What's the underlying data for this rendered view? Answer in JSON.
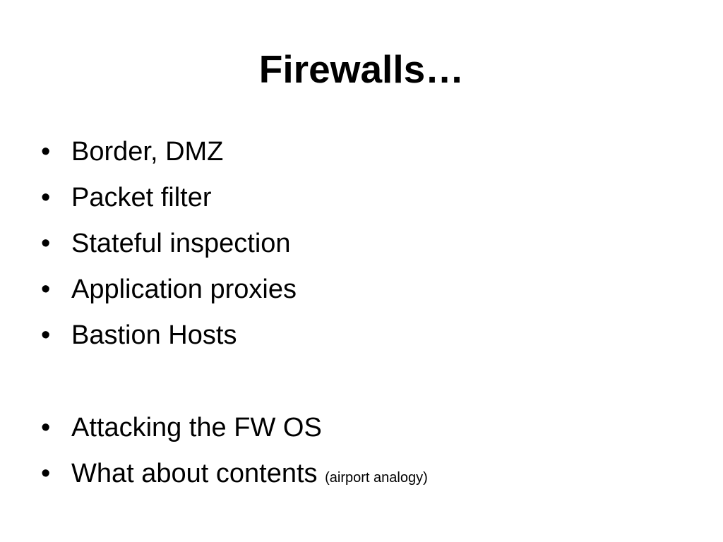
{
  "slide": {
    "title": "Firewalls…",
    "bullet_marker": "•",
    "bullets": [
      {
        "text": "Border, DMZ"
      },
      {
        "text": "Packet filter"
      },
      {
        "text": "Stateful inspection"
      },
      {
        "text": "Application proxies"
      },
      {
        "text": "Bastion Hosts"
      },
      {
        "text": "Attacking the FW OS"
      },
      {
        "text": "What about contents",
        "note": "(airport analogy)"
      }
    ]
  }
}
